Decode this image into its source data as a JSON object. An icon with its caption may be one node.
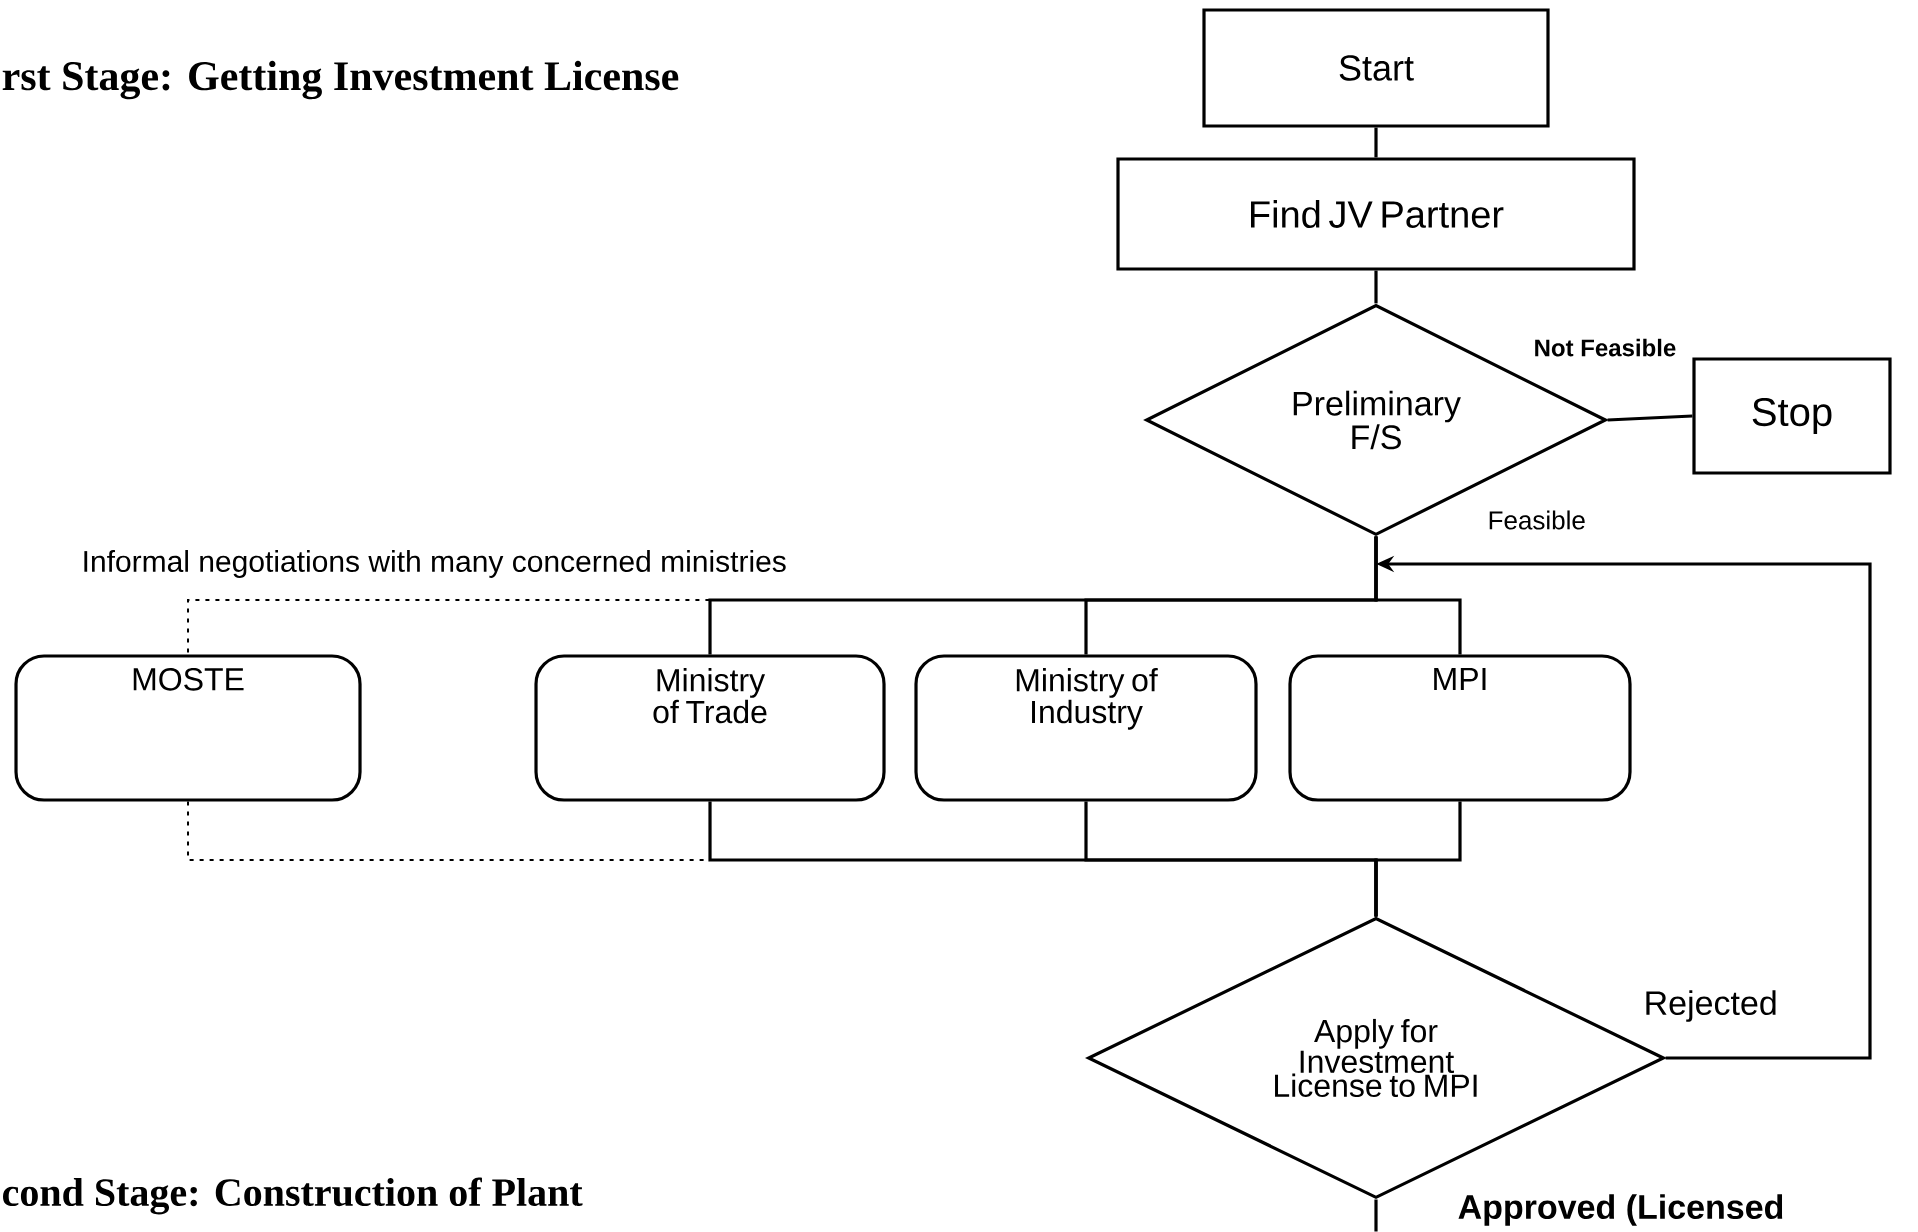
{
  "diagram": {
    "title": "rst Stage: Getting Investment License",
    "nodes": [
      {
        "text": [
          "Start"
        ]
      },
      {
        "text": [
          "Find JV Partner"
        ]
      },
      {
        "text": [
          "Preliminary F/S"
        ]
      },
      {
        "text": [
          "Stop"
        ]
      },
      {
        "text": [
          "MOSTE"
        ]
      },
      {
        "text": [
          "Ministry of Trade"
        ]
      },
      {
        "text": [
          "Ministry of Industry"
        ]
      },
      {
        "text": [
          "MPI"
        ]
      },
      {
        "text": [
          "Apply for Investment License to MPI"
        ]
      }
    ],
    "edges": [
      {
        "from": 0,
        "to": 1,
        "arrow": "none"
      },
      {
        "from": 1,
        "to": 2,
        "arrow": "none"
      },
      {
        "from": 2,
        "to": 3,
        "arrow": "none",
        "label": "Not Feasible"
      },
      {
        "from": 2,
        "to": 4,
        "arrow": "none",
        "style": "dashed"
      },
      {
        "from": 2,
        "to": 5,
        "arrow": "none"
      },
      {
        "from": 2,
        "to": 6,
        "arrow": "none"
      },
      {
        "from": 2,
        "to": 7,
        "arrow": "none",
        "label": "Feasible"
      },
      {
        "from": 4,
        "to": 8,
        "arrow": "none",
        "style": "dashed"
      },
      {
        "from": 5,
        "to": 8,
        "arrow": "none"
      },
      {
        "from": 6,
        "to": 8,
        "arrow": "none"
      },
      {
        "from": 7,
        "to": 8,
        "arrow": "none"
      },
      {
        "from": 8,
        "to": 2,
        "arrow": "to",
        "label": "Rejected"
      },
      {
        "from": 8,
        "to": null,
        "arrow": "none",
        "label": "Approved (Licensed"
      }
    ],
    "labels": [
      "Informal negotiations with many concerned ministries",
      "cond Stage: Construction of Plant"
    ]
  }
}
